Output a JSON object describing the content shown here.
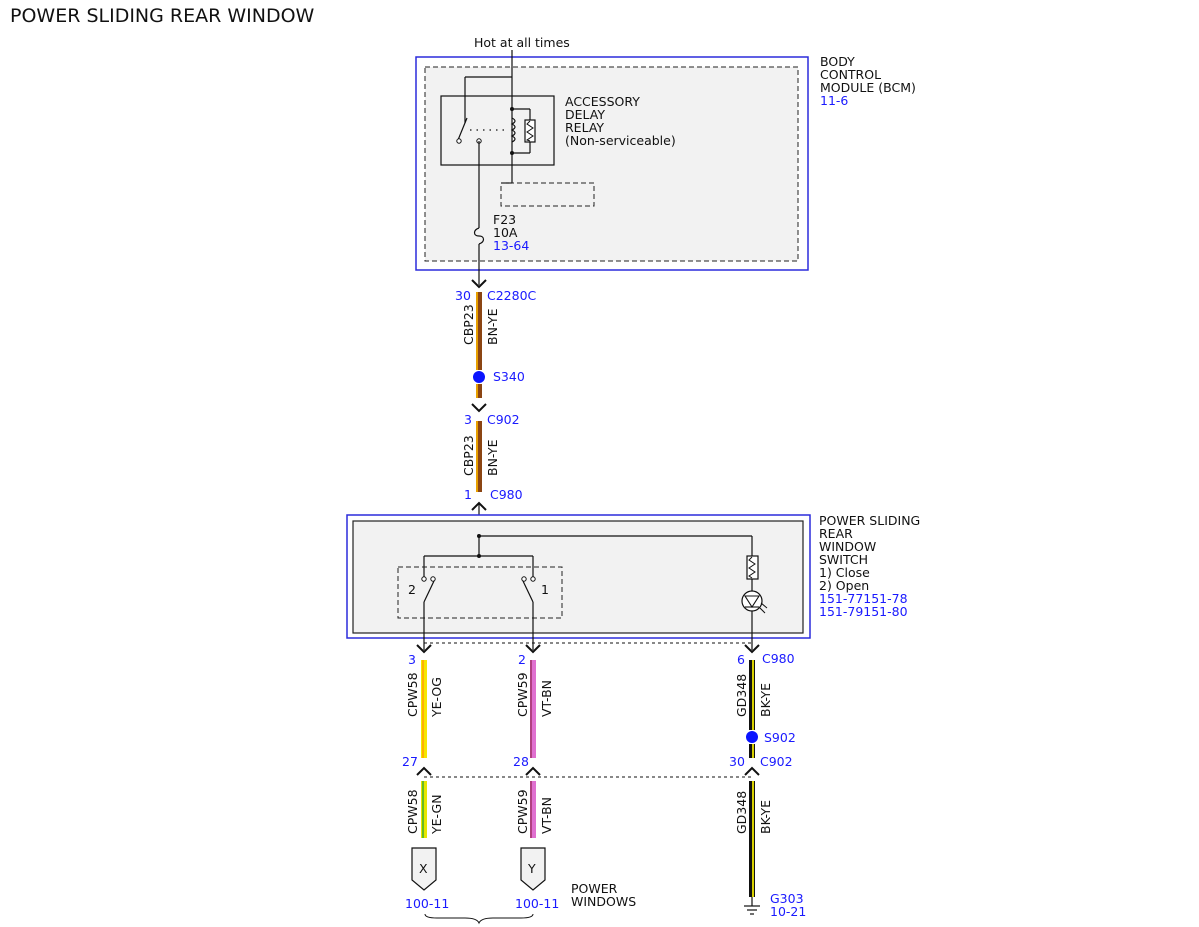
{
  "title": "POWER SLIDING REAR WINDOW",
  "colors": {
    "module_border": "#2b2bdc",
    "reference_text": "#1a1aff",
    "splice_dot": "#0a14ff",
    "module_fill": "#f2f2f2",
    "wire_bn_ye": [
      "#8b4513",
      "#e8a000"
    ],
    "wire_ye_og": [
      "#f5e600",
      "#ffb000"
    ],
    "wire_ye_gn": [
      "#e6e600",
      "#66bb22"
    ],
    "wire_vt_bn": [
      "#e070d0",
      "#b04080"
    ],
    "wire_bk_ye": [
      "#111111",
      "#d8d000"
    ]
  },
  "feed": {
    "label": "Hot at all times"
  },
  "bcm": {
    "name_lines": [
      "BODY",
      "CONTROL",
      "MODULE (BCM)"
    ],
    "ref": "11-6",
    "relay_lines": [
      "ACCESSORY",
      "DELAY",
      "RELAY",
      "(Non-serviceable)"
    ],
    "fuse": {
      "name": "F23",
      "rating": "10A",
      "ref": "13-64"
    }
  },
  "connectors": {
    "c2280c": {
      "pin": "30",
      "name": "C2280C"
    },
    "c902_top": {
      "pin": "3",
      "name": "C902"
    },
    "c980_top": {
      "pin": "1",
      "name": "C980"
    },
    "c980_pin3": "3",
    "c980_pin2": "2",
    "c980_pin6": "6",
    "c980_bottom_name": "C980",
    "c902_pin27": "27",
    "c902_pin28": "28",
    "c902_pin30": "30",
    "c902_bottom_name": "C902"
  },
  "splices": {
    "s340": "S340",
    "s902": "S902"
  },
  "wires": {
    "cbp23_a": {
      "circuit": "CBP23",
      "color": "BN-YE"
    },
    "cbp23_b": {
      "circuit": "CBP23",
      "color": "BN-YE"
    },
    "cpw58_a": {
      "circuit": "CPW58",
      "color": "YE-OG"
    },
    "cpw59_a": {
      "circuit": "CPW59",
      "color": "VT-BN"
    },
    "gd348_a": {
      "circuit": "GD348",
      "color": "BK-YE"
    },
    "cpw58_b": {
      "circuit": "CPW58",
      "color": "YE-GN"
    },
    "cpw59_b": {
      "circuit": "CPW59",
      "color": "VT-BN"
    },
    "gd348_b": {
      "circuit": "GD348",
      "color": "BK-YE"
    }
  },
  "switch": {
    "name_lines": [
      "POWER SLIDING",
      "REAR",
      "WINDOW",
      "SWITCH",
      "1) Close",
      "2) Open"
    ],
    "refs": [
      "151-77151-78",
      "151-79151-80"
    ],
    "contact_left": "2",
    "contact_right": "1"
  },
  "continuations": {
    "x": {
      "letter": "X",
      "ref": "100-11"
    },
    "y": {
      "letter": "Y",
      "ref": "100-11"
    },
    "label_lines": [
      "POWER",
      "WINDOWS"
    ]
  },
  "ground": {
    "name": "G303",
    "ref": "10-21"
  }
}
